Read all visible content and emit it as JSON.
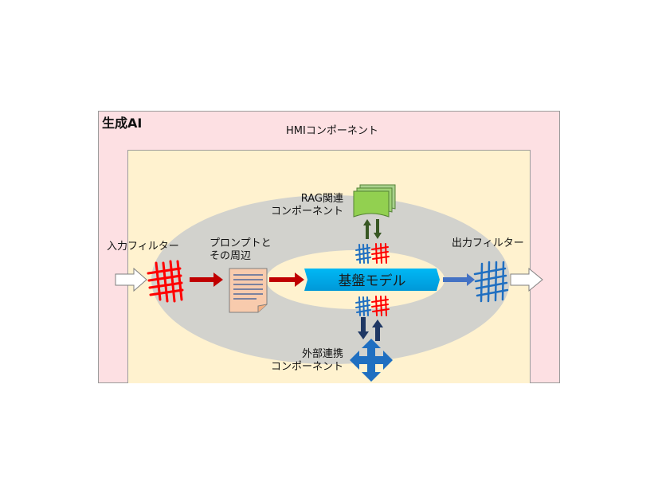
{
  "container": {
    "title": "生成AI"
  },
  "hmi": {
    "label": "HMIコンポーネント"
  },
  "input_filter": {
    "label": "入力フィルター"
  },
  "prompt": {
    "line1": "プロンプトと",
    "line2": "その周辺"
  },
  "foundation_model": {
    "label": "基盤モデル"
  },
  "output_filter": {
    "label": "出力フィルター"
  },
  "rag": {
    "line1": "RAG関連",
    "line2": "コンポーネント"
  },
  "external": {
    "line1": "外部連携",
    "line2": "コンポーネント"
  },
  "colors": {
    "outer_bg": "#fde0e3",
    "inner_bg": "#fff2cf",
    "ring": "#d2d2cd",
    "input_filter_red": "#ff0000",
    "output_filter_blue": "#1f6fc1",
    "model_blue": "#00b0f0",
    "dark_red_arrow": "#c00000",
    "green_doc": "#92d050",
    "dark_green_arrow": "#385723",
    "navy_arrow": "#1f3864",
    "prompt_doc": "#f8cbad"
  }
}
